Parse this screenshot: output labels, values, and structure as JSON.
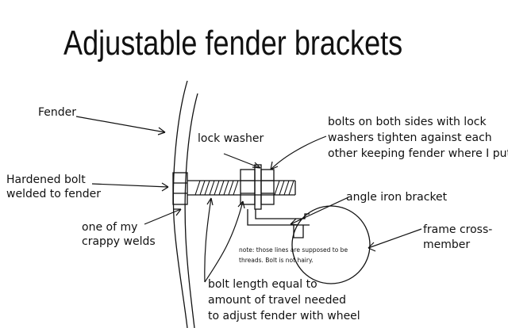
{
  "title": "Adjustable fender brackets",
  "labels": {
    "fender": "Fender",
    "hardened_bolt_1": "Hardened bolt",
    "hardened_bolt_2": "welded to fender",
    "crappy_welds_1": "one of my",
    "crappy_welds_2": "crappy welds",
    "lock_washer": "lock washer",
    "bolts_both_sides_1": "bolts on both sides with lock",
    "bolts_both_sides_2": "washers tighten against each",
    "bolts_both_sides_3": "other keeping fender where I put it",
    "angle_iron": "angle iron bracket",
    "frame_cross_1": "frame cross-",
    "frame_cross_2": "member",
    "note_1": "note: those lines are supposed to be",
    "note_2": "threads. Bolt is not hairy.",
    "bolt_length_1": "bolt length equal to",
    "bolt_length_2": "amount of travel needed",
    "bolt_length_3": "to adjust fender with wheel"
  }
}
